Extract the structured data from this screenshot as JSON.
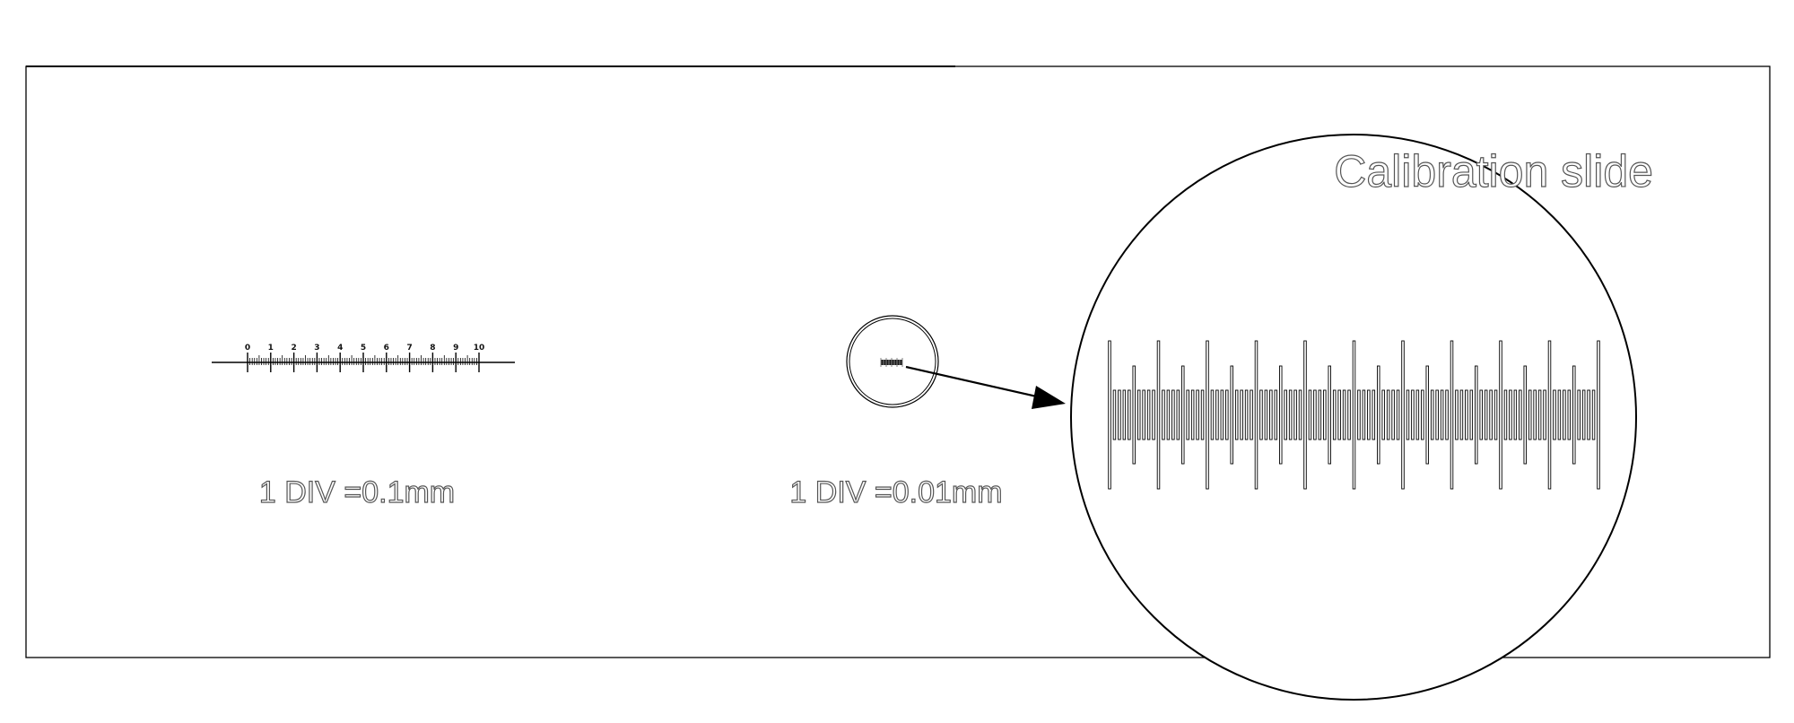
{
  "title": "Calibration slide",
  "scale_coarse": {
    "label": "1 DIV =0.1mm",
    "numbers": [
      "0",
      "1",
      "2",
      "3",
      "4",
      "5",
      "6",
      "7",
      "8",
      "9",
      "10"
    ],
    "divisions": 100
  },
  "scale_fine": {
    "label": "1 DIV =0.01mm",
    "divisions": 100
  },
  "colors": {
    "line": "#000000",
    "text_outline": "#555555",
    "background": "#ffffff"
  }
}
